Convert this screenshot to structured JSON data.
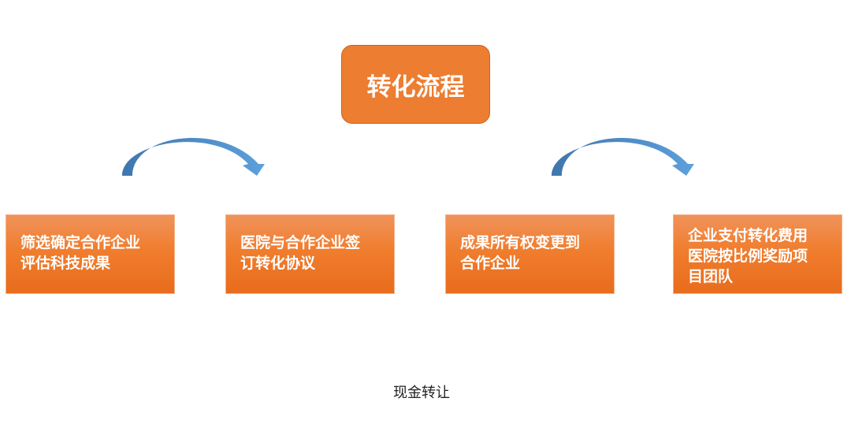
{
  "title": "转化流程",
  "steps": [
    {
      "lines": [
        "筛选确定合作企业",
        "评估科技成果"
      ]
    },
    {
      "lines": [
        "医院与合作企业签",
        "订转化协议"
      ]
    },
    {
      "lines": [
        "成果所有权变更到",
        "合作企业"
      ]
    },
    {
      "lines": [
        "企业支付转化费用",
        "医院按比例奖励项",
        "目团队"
      ]
    }
  ],
  "footer": "现金转让",
  "colors": {
    "box": "#ed7d31",
    "arrow": "#4f8fcc"
  }
}
